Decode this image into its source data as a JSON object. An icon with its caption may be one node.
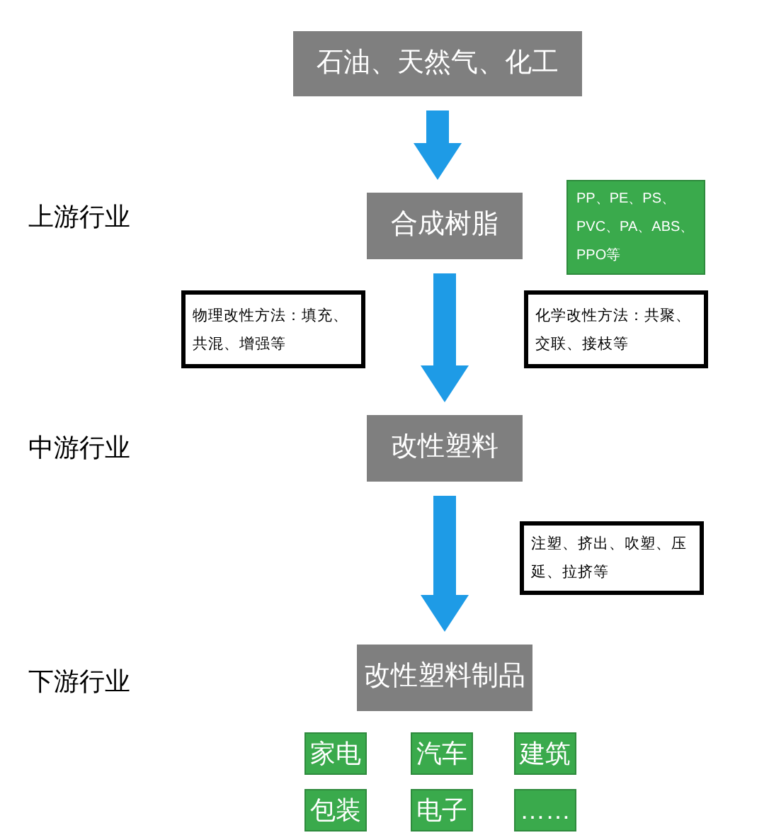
{
  "diagram": {
    "nodes": [
      {
        "text": [
          "石油、天然气、化工"
        ]
      },
      {
        "text": [
          "合成树脂"
        ]
      },
      {
        "text": [
          "PP、PE、PS、PVC、PA、ABS、PPO等"
        ]
      },
      {
        "text": [
          "物理改性方法：填充、共混、增强等"
        ]
      },
      {
        "text": [
          "化学改性方法：共聚、交联、接枝等"
        ]
      },
      {
        "text": [
          "改性塑料"
        ]
      },
      {
        "text": [
          "注塑、挤出、吹塑、压延、拉挤等"
        ]
      },
      {
        "text": [
          "改性塑料制品"
        ]
      },
      {
        "text": [
          "家电"
        ]
      },
      {
        "text": [
          "汽车"
        ]
      },
      {
        "text": [
          "建筑"
        ]
      },
      {
        "text": [
          "包装"
        ]
      },
      {
        "text": [
          "电子"
        ]
      },
      {
        "text": [
          "……"
        ]
      }
    ],
    "edges": [
      {
        "from": 0,
        "to": 1,
        "arrow": "to"
      },
      {
        "from": 1,
        "to": 5,
        "arrow": "to"
      },
      {
        "from": 5,
        "to": 7,
        "arrow": "to"
      }
    ],
    "labels": [
      "上游行业",
      "中游行业",
      "下游行业"
    ]
  }
}
